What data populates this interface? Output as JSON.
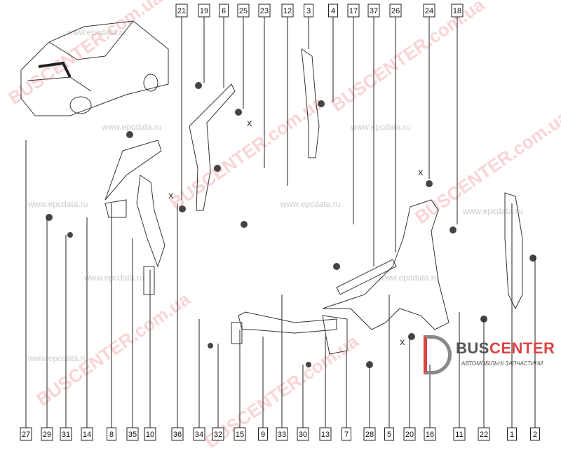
{
  "diagram": {
    "top_labels": [
      "21",
      "19",
      "6",
      "25",
      "23",
      "12",
      "3",
      "4",
      "17",
      "37",
      "26",
      "24",
      "18"
    ],
    "bottom_labels": [
      "27",
      "29",
      "31",
      "14",
      "8",
      "35",
      "10",
      "36",
      "34",
      "32",
      "15",
      "9",
      "33",
      "30",
      "13",
      "7",
      "28",
      "5",
      "20",
      "16",
      "11",
      "22",
      "1",
      "2"
    ],
    "highlight_label": "30",
    "highlight_color": "#cc2222",
    "cross_marks": [
      "X",
      "X",
      "X",
      "X"
    ]
  },
  "watermarks": {
    "primary": "BUSCENTER.com.ua",
    "secondary": "www.epcdata.ru"
  },
  "brand": {
    "name_part1": "BUS",
    "name_part2": "CENTER",
    "tagline": "АВТОМОБІЛЬНІ ЗАПЧАСТИНИ"
  }
}
